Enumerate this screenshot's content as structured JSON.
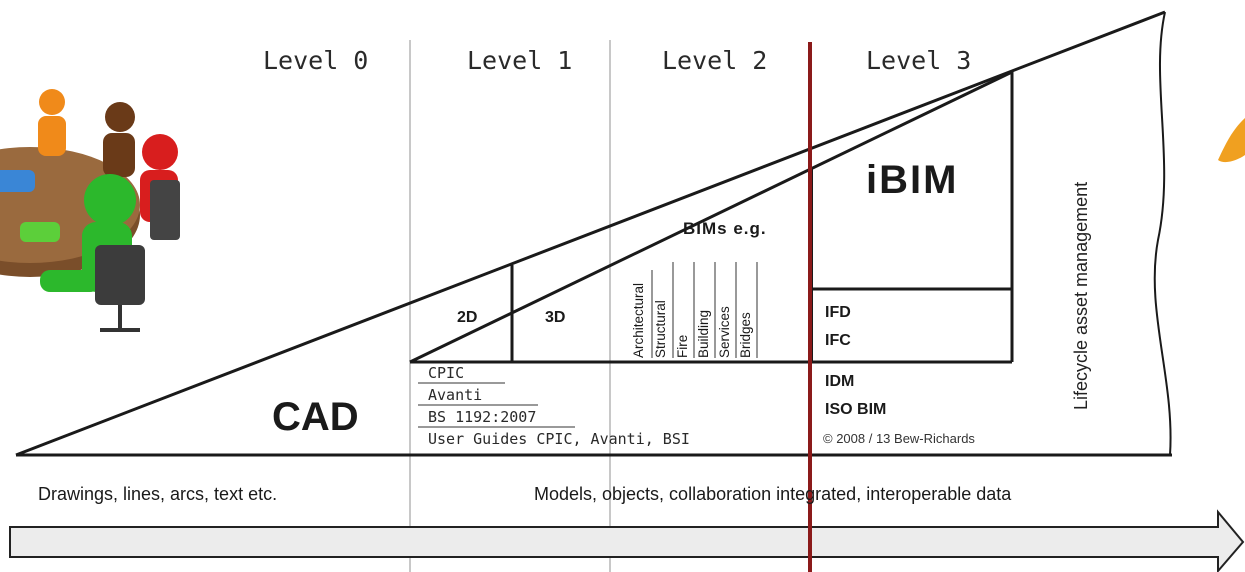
{
  "levels": [
    "Level 0",
    "Level 1",
    "Level 2",
    "Level 3"
  ],
  "cad": "CAD",
  "dims": {
    "d2": "2D",
    "d3": "3D"
  },
  "bims_label": "BIMs e.g.",
  "bim_types": [
    "Architectural",
    "Structural",
    "Fire",
    "Building",
    "Services",
    "Bridges"
  ],
  "standards": [
    "CPIC",
    "Avanti",
    "BS 1192:2007",
    "User Guides CPIC, Avanti, BSI"
  ],
  "ibim": "iBIM",
  "level3_items": [
    "IFD",
    "IFC",
    "IDM",
    "ISO BIM"
  ],
  "copyright": "© 2008 / 13 Bew-Richards",
  "lifecycle": "Lifecycle asset management",
  "bottom_left": "Drawings, lines, arcs, text etc.",
  "bottom_right": "Models, objects, collaboration integrated, interoperable data",
  "colors": {
    "divider_red": "#8b1a1a",
    "arrow_fill": "#ececec",
    "line": "#1a1a1a"
  }
}
